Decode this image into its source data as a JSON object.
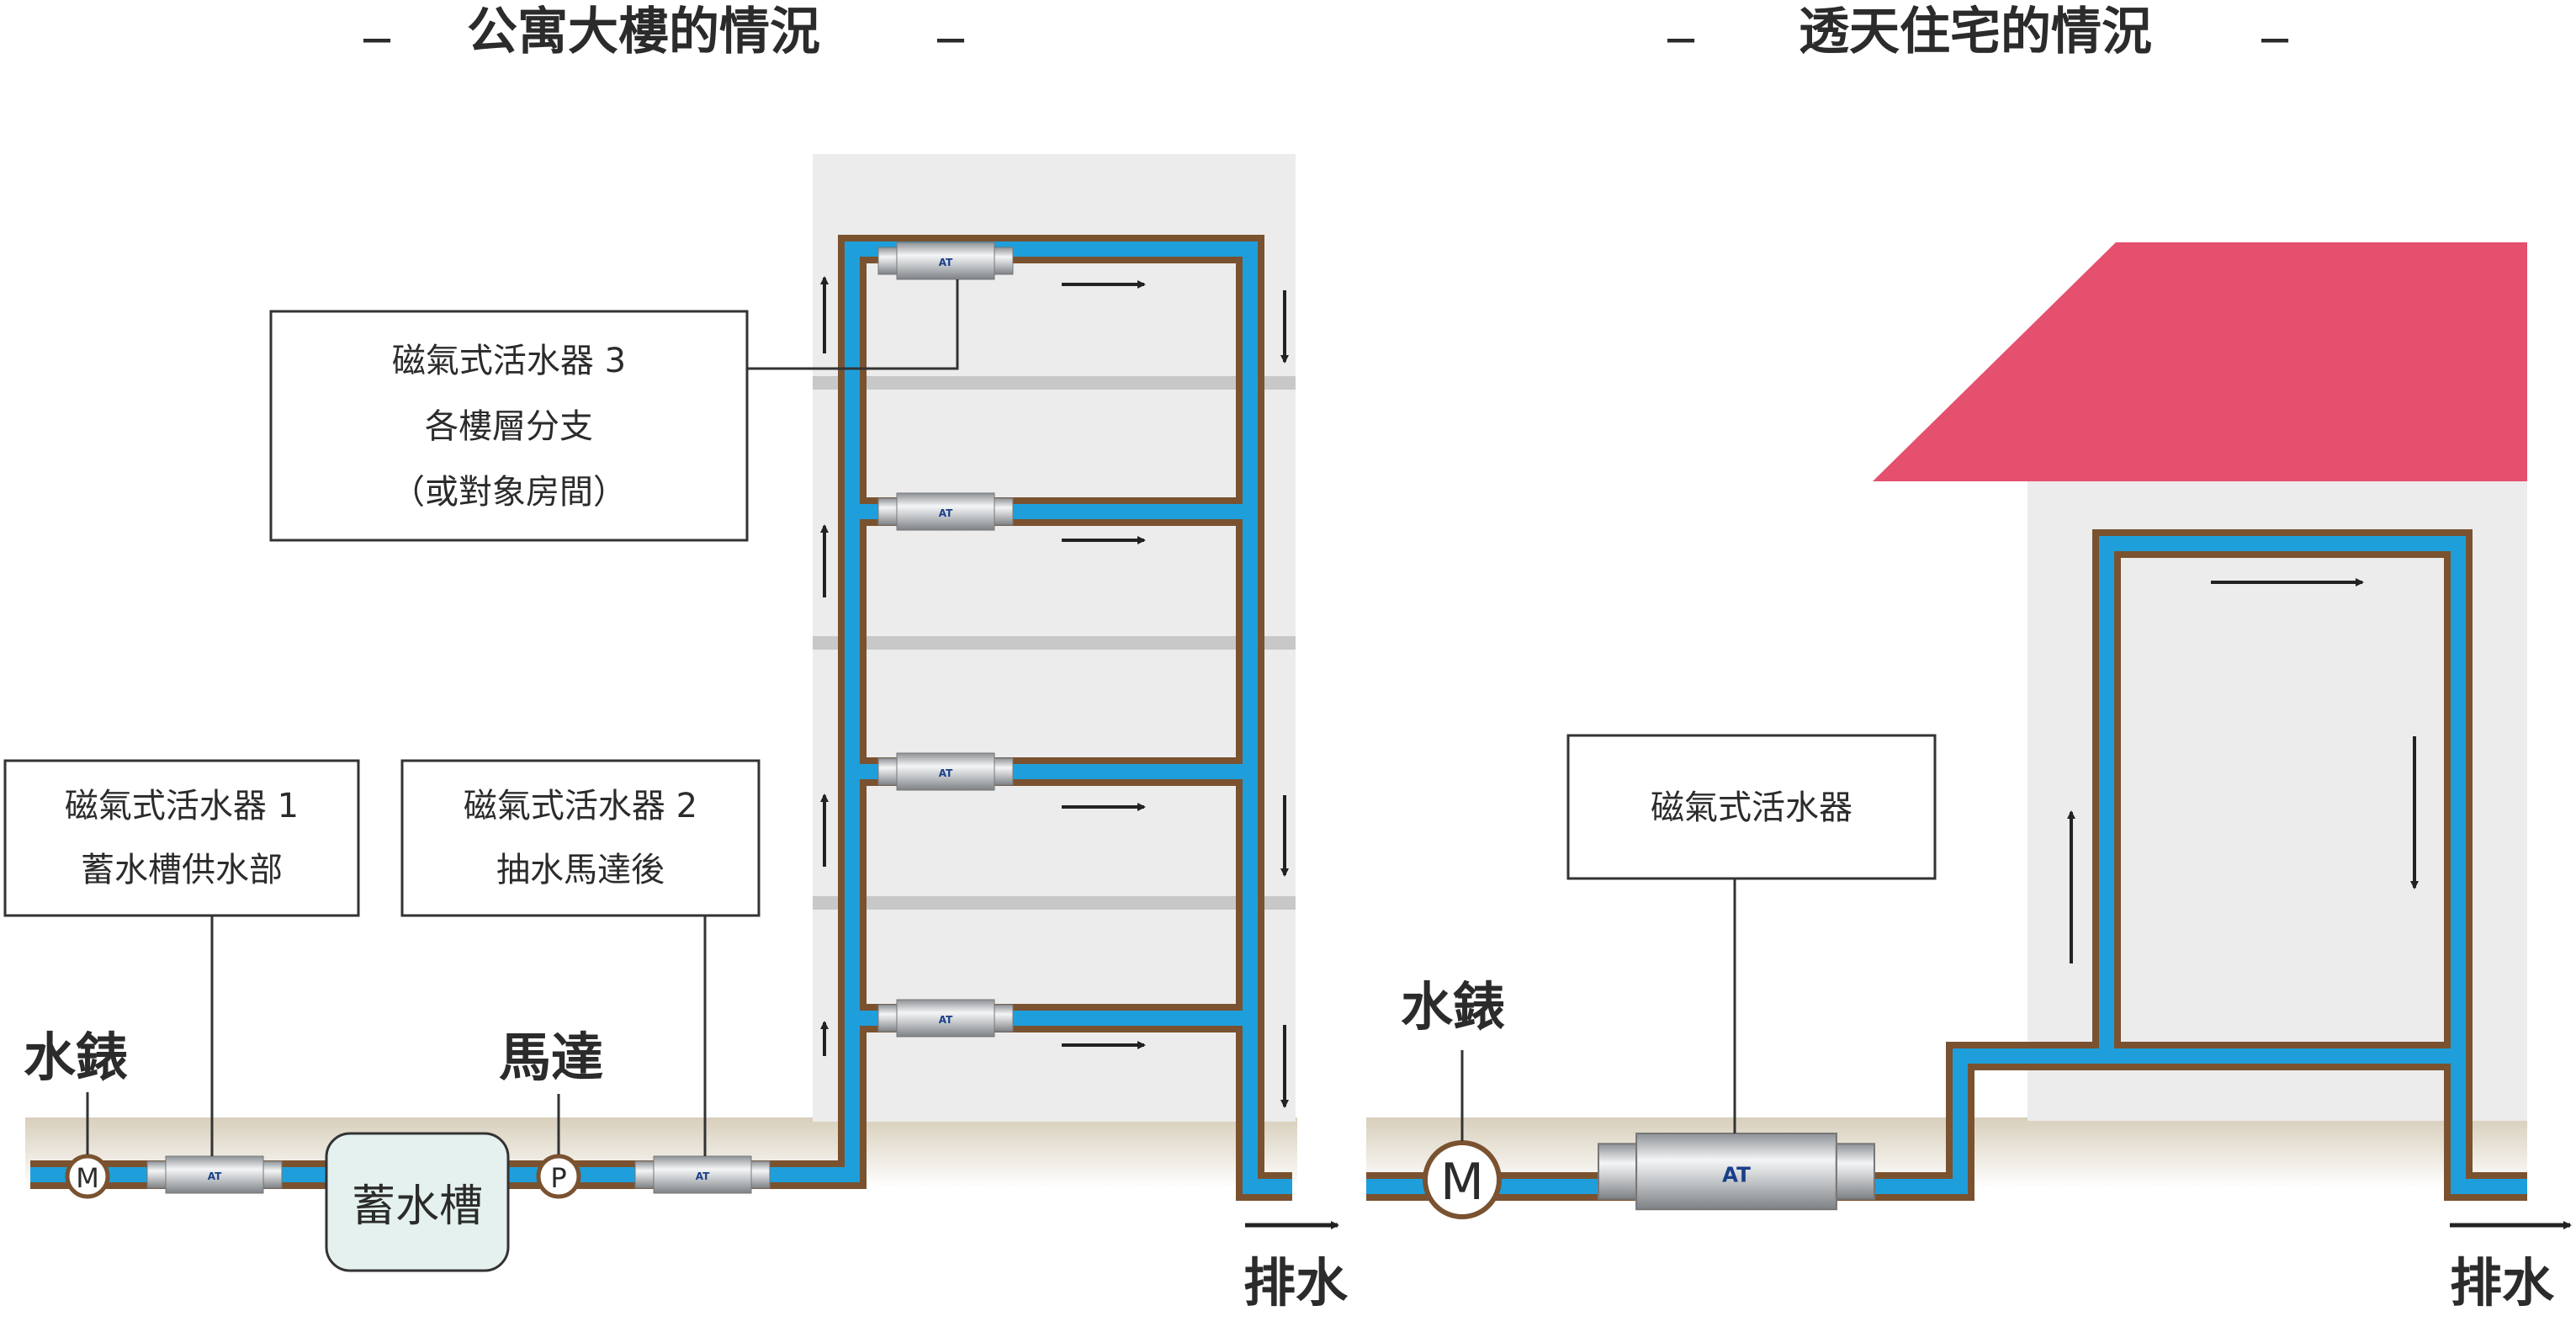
{
  "headers": {
    "left_title": "公寓大樓的情況",
    "right_title": "透天住宅的情況",
    "dash": "—"
  },
  "callouts": {
    "device1_line1": "磁氣式活水器 1",
    "device1_line2": "蓄水槽供水部",
    "device2_line1": "磁氣式活水器 2",
    "device2_line2": "抽水馬達後",
    "device3_line1": "磁氣式活水器 3",
    "device3_line2": "各樓層分支",
    "device3_line3": "（或對象房間）",
    "house_device": "磁氣式活水器"
  },
  "labels": {
    "meter_left": "水錶",
    "motor": "馬達",
    "tank": "蓄水槽",
    "drain_left": "排水",
    "meter_right": "水錶",
    "drain_right": "排水",
    "meter_symbol": "M",
    "pump_symbol": "P"
  },
  "colors": {
    "pipe_water": "#1e9fdb",
    "pipe_wall": "#7a5230",
    "ground": "#dcd3c0",
    "building": "#ececec",
    "roof": "#e4506e",
    "floor_band": "#c8c8c8",
    "tank_fill": "#e4f1ee",
    "device_metal": "#b9bcbf"
  }
}
